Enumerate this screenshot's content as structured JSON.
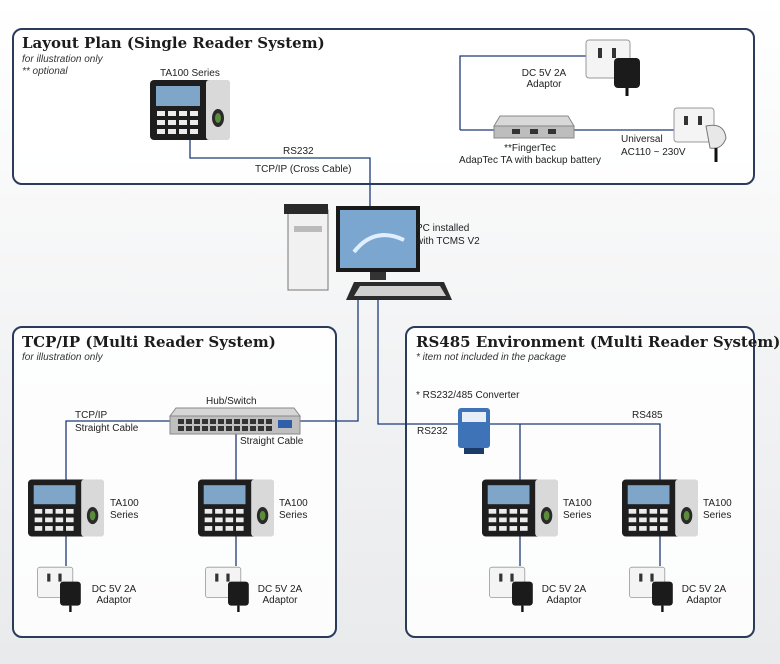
{
  "single": {
    "title": "Layout Plan (Single Reader System)",
    "note1": "for illustration only",
    "note2": "** optional",
    "reader_label": "TA100 Series",
    "rs232": "RS232",
    "tcpip_cross": "TCP/IP (Cross Cable)",
    "adaptor_l1": "DC 5V 2A",
    "adaptor_l2": "Adaptor",
    "adaptec_l1": "**FingerTec",
    "adaptec_l2": "AdapTec TA with backup battery",
    "universal_l1": "Universal",
    "universal_l2": "AC110 ~ 230V"
  },
  "pc": {
    "l1": "PC installed",
    "l2": "with TCMS V2"
  },
  "tcpip": {
    "title": "TCP/IP (Multi Reader System)",
    "note": "for illustration only",
    "hub": "Hub/Switch",
    "tcpip_l1": "TCP/IP",
    "tcpip_l2": "Straight Cable",
    "straight": "Straight Cable",
    "readers": [
      {
        "l1": "TA100",
        "l2": "Series"
      },
      {
        "l1": "TA100",
        "l2": "Series"
      }
    ],
    "adaptors": [
      {
        "l1": "DC 5V 2A",
        "l2": "Adaptor"
      },
      {
        "l1": "DC 5V 2A",
        "l2": "Adaptor"
      }
    ]
  },
  "rs485": {
    "title": "RS485 Environment (Multi Reader System)",
    "note": "* item not included in the package",
    "converter": "* RS232/485 Converter",
    "rs232": "RS232",
    "rs485": "RS485",
    "readers": [
      {
        "l1": "TA100",
        "l2": "Series"
      },
      {
        "l1": "TA100",
        "l2": "Series"
      }
    ],
    "adaptors": [
      {
        "l1": "DC 5V 2A",
        "l2": "Adaptor"
      },
      {
        "l1": "DC 5V 2A",
        "l2": "Adaptor"
      }
    ]
  }
}
